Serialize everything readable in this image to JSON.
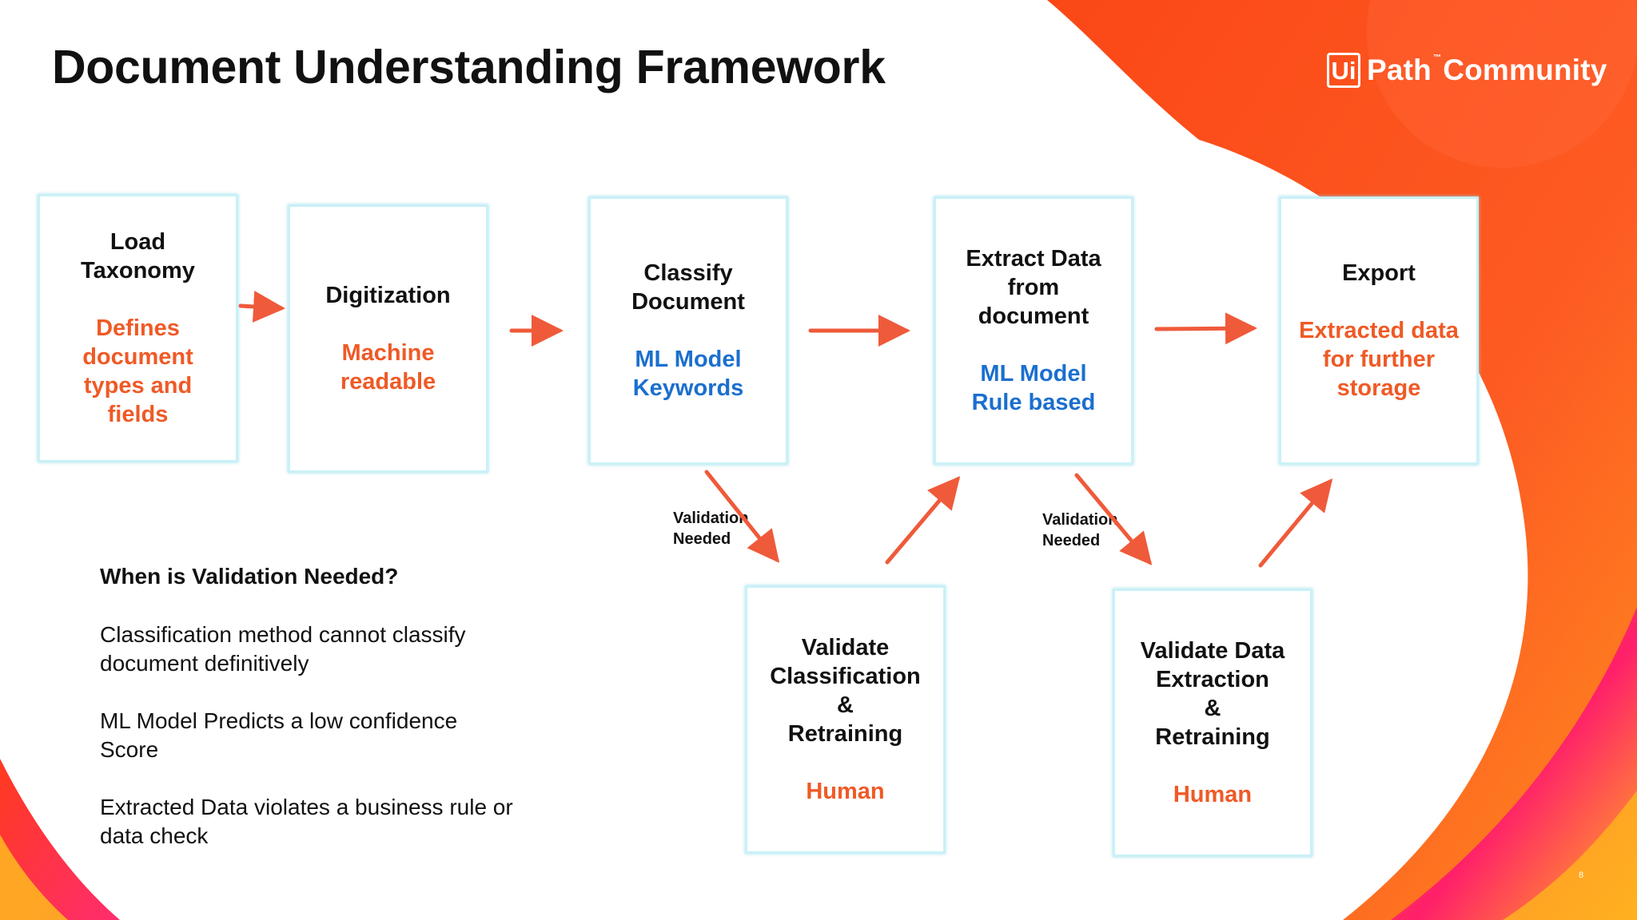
{
  "title": "Document Understanding Framework",
  "logo": {
    "mark": "Ui",
    "brand": "Path",
    "tm": "™",
    "suffix": "Community"
  },
  "colors": {
    "accent_orange": "#ef5a26",
    "accent_blue": "#1b6fce",
    "box_border": "#c9f1f7",
    "bg_orange": "#fa4a1c"
  },
  "boxes": [
    {
      "id": "load-taxonomy",
      "heading": [
        "Load",
        "Taxonomy"
      ],
      "detail": [
        "Defines",
        "document",
        "types and",
        "fields"
      ],
      "detail_color": "orange"
    },
    {
      "id": "digitization",
      "heading": [
        "Digitization"
      ],
      "detail": [
        "Machine",
        "readable"
      ],
      "detail_color": "orange"
    },
    {
      "id": "classify-document",
      "heading": [
        "Classify",
        "Document"
      ],
      "detail": [
        "ML Model",
        "Keywords"
      ],
      "detail_color": "blue"
    },
    {
      "id": "extract-data",
      "heading": [
        "Extract Data",
        "from",
        "document"
      ],
      "detail": [
        "ML Model",
        "Rule based"
      ],
      "detail_color": "blue"
    },
    {
      "id": "export",
      "heading": [
        "Export"
      ],
      "detail": [
        "Extracted data",
        "for further",
        "storage"
      ],
      "detail_color": "orange"
    },
    {
      "id": "validate-classification",
      "heading": [
        "Validate",
        "Classification",
        "&",
        "Retraining"
      ],
      "detail": [
        "Human"
      ],
      "detail_color": "orange"
    },
    {
      "id": "validate-extraction",
      "heading": [
        "Validate Data",
        "Extraction",
        "&",
        "Retraining"
      ],
      "detail": [
        "Human"
      ],
      "detail_color": "orange"
    }
  ],
  "validation_labels": [
    [
      "Validation",
      "Needed"
    ],
    [
      "Validation",
      "Needed"
    ]
  ],
  "notes": {
    "title": "When is Validation Needed?",
    "items": [
      [
        "Classification method cannot classify",
        "document definitively"
      ],
      [
        "ML Model Predicts a low confidence",
        "Score"
      ],
      [
        "Extracted Data violates a business rule or",
        "data check"
      ]
    ]
  },
  "page_number": "8"
}
